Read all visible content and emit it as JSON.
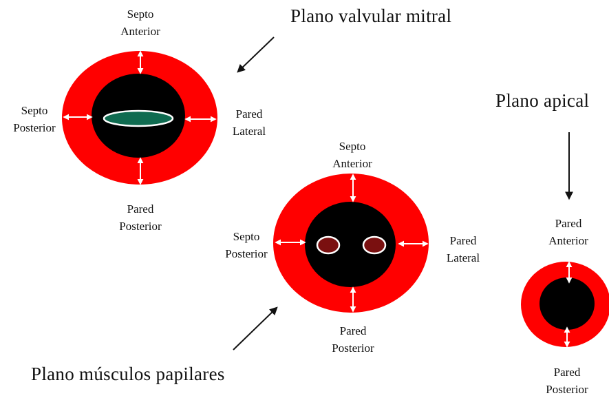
{
  "titles": {
    "mitral": "Plano valvular mitral",
    "papillary": "Plano músculos papilares",
    "apical": "Plano apical"
  },
  "mitral": {
    "top": [
      "Septo",
      "Anterior"
    ],
    "left": [
      "Septo",
      "Posterior"
    ],
    "right": [
      "Pared",
      "Lateral"
    ],
    "bottom": [
      "Pared",
      "Posterior"
    ]
  },
  "papillary": {
    "top": [
      "Septo",
      "Anterior"
    ],
    "left": [
      "Septo",
      "Posterior"
    ],
    "right": [
      "Pared",
      "Lateral"
    ],
    "bottom": [
      "Pared",
      "Posterior"
    ]
  },
  "apical": {
    "top": [
      "Pared",
      "Anterior"
    ],
    "bottom": [
      "Pared",
      "Posterior"
    ]
  },
  "colors": {
    "myocardium": "#ff0000",
    "cavity": "#000000",
    "mitral_valve": "#0f6b50",
    "papillary_muscle": "#7a1010",
    "arrow": "#ffffff"
  }
}
